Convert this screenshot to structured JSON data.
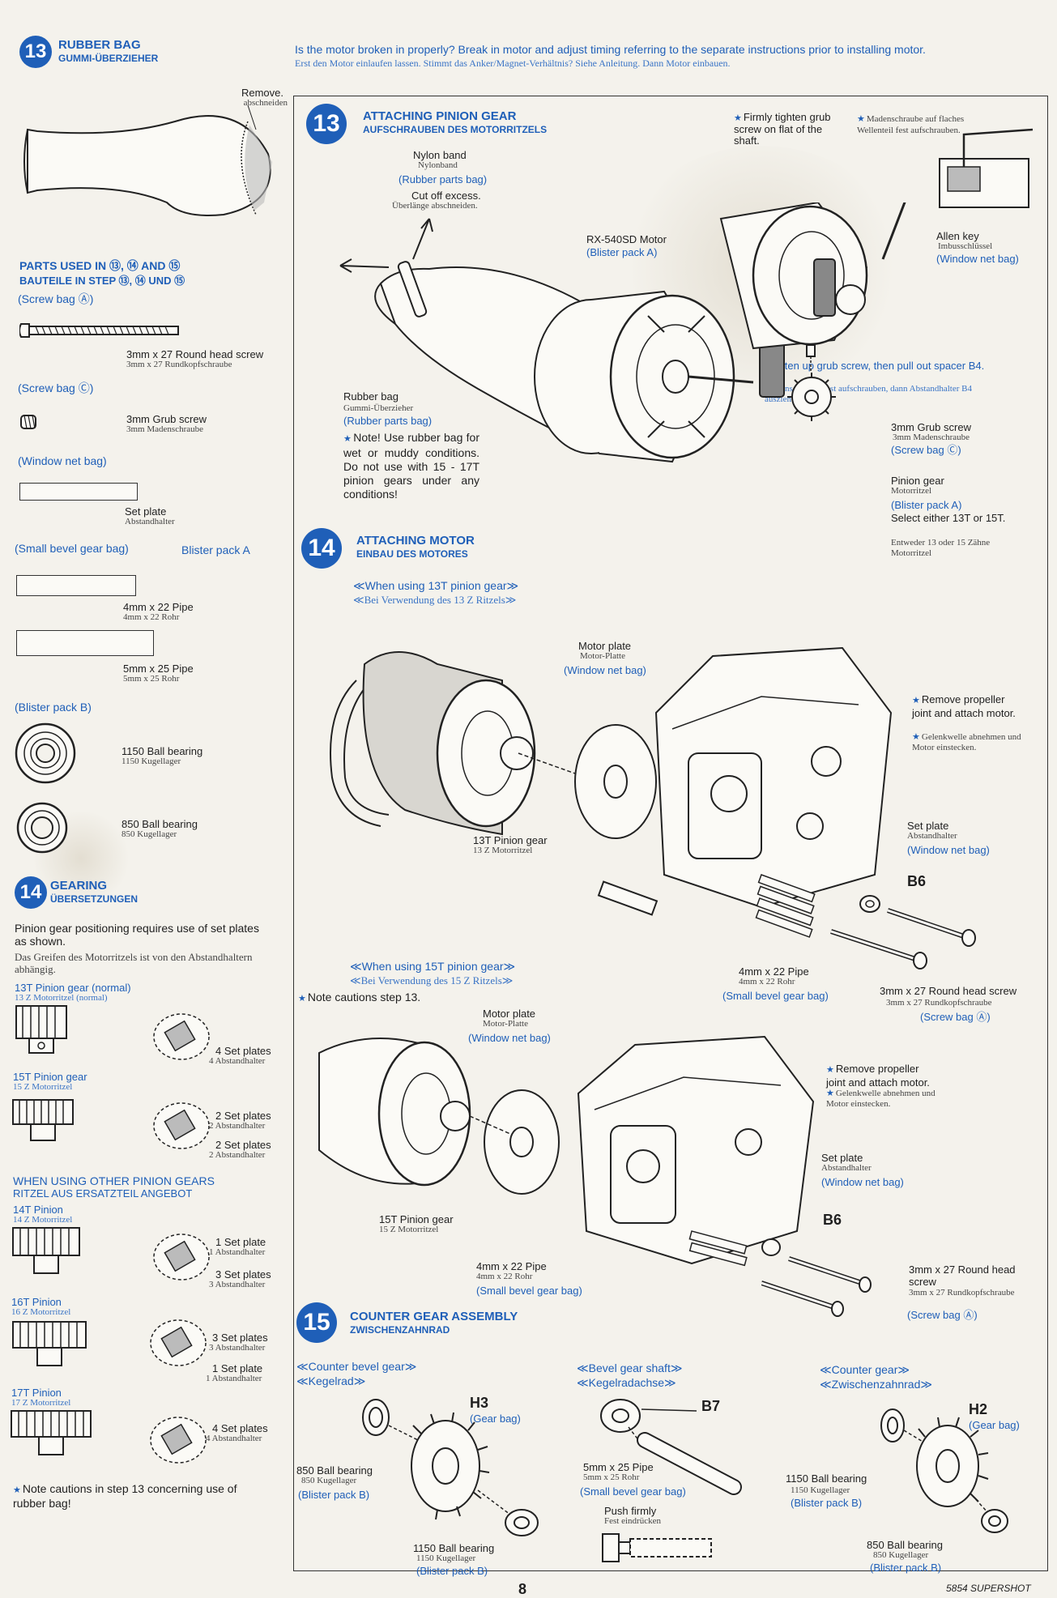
{
  "header": {
    "step13_rubber_title": "RUBBER BAG",
    "step13_rubber_sub": "GUMMI-ÜBERZIEHER",
    "break_in_en": "Is the motor broken in properly? Break in motor and adjust timing referring to the separate instructions prior to installing motor.",
    "break_in_de": "Erst den Motor einlaufen lassen. Stimmt das Anker/Magnet-Verhältnis? Siehe Anleitung. Dann Motor einbauen."
  },
  "left": {
    "remove_en": "Remove.",
    "remove_de": "abschneiden",
    "parts_used_en": "PARTS USED IN ⑬, ⑭ AND ⑮",
    "parts_used_de": "BAUTEILE IN STEP ⑬, ⑭ UND ⑮",
    "screw_bag_a": "(Screw bag Ⓐ)",
    "screw_27_en": "3mm x 27 Round head screw",
    "screw_27_de": "3mm x 27 Rundkopfschraube",
    "screw_bag_c": "(Screw bag Ⓒ)",
    "grub_en": "3mm Grub screw",
    "grub_de": "3mm Madenschraube",
    "window_net_bag": "(Window net bag)",
    "set_plate_en": "Set plate",
    "set_plate_de": "Abstandhalter",
    "small_bevel_bag": "(Small bevel gear bag)",
    "blister_a": "Blister pack A",
    "pipe22_en": "4mm x 22 Pipe",
    "pipe22_de": "4mm x 22 Rohr",
    "pipe25_en": "5mm x 25 Pipe",
    "pipe25_de": "5mm x 25 Rohr",
    "blister_b": "(Blister pack B)",
    "bb1150_en": "1150 Ball bearing",
    "bb1150_de": "1150 Kugellager",
    "bb850_en": "850 Ball bearing",
    "bb850_de": "850 Kugellager",
    "gearing_title": "GEARING",
    "gearing_sub": "ÜBERSETZUNGEN",
    "gearing_note_en": "Pinion gear positioning requires use of set plates as shown.",
    "gearing_note_de": "Das Greifen des Motorritzels ist von den Abstandhaltern abhängig.",
    "p13_en": "13T Pinion gear (normal)",
    "p13_de": "13 Z Motorritzel (normal)",
    "p13_plates_en": "4 Set plates",
    "p13_plates_de": "4 Abstandhalter",
    "p15_en": "15T Pinion gear",
    "p15_de": "15 Z Motorritzel",
    "p15_plates1_en": "2 Set plates",
    "p15_plates1_de": "2 Abstandhalter",
    "p15_plates2_en": "2 Set plates",
    "p15_plates2_de": "2 Abstandhalter",
    "other_en": "WHEN USING OTHER PINION GEARS",
    "other_de": "RITZEL AUS ERSATZTEIL ANGEBOT",
    "p14_en": "14T Pinion",
    "p14_de": "14 Z Motorritzel",
    "p14_plates1_en": "1 Set plate",
    "p14_plates1_de": "1 Abstandhalter",
    "p14_plates2_en": "3 Set plates",
    "p14_plates2_de": "3 Abstandhalter",
    "p16_en": "16T Pinion",
    "p16_de": "16 Z Motorritzel",
    "p16_plates1_en": "3 Set plates",
    "p16_plates1_de": "3 Abstandhalter",
    "p16_plates2_en": "1 Set plate",
    "p16_plates2_de": "1 Abstandhalter",
    "p17_en": "17T Pinion",
    "p17_de": "17 Z Motorritzel",
    "p17_plates_en": "4 Set plates",
    "p17_plates_de": "4 Abstandhalter",
    "caution_en": "Note cautions in step 13 concerning use of rubber bag!"
  },
  "step13": {
    "title": "ATTACHING PINION GEAR",
    "sub": "AUFSCHRAUBEN DES MOTORRITZELS",
    "nylon_en": "Nylon band",
    "nylon_de": "Nylonband",
    "rubber_parts_bag": "(Rubber parts bag)",
    "cut_en": "Cut off excess.",
    "cut_de": "Überlänge abschneiden.",
    "motor_en": "RX-540SD Motor",
    "motor_bag": "(Blister pack A)",
    "grub_tight_en": "Firmly tighten grub screw on flat of the shaft.",
    "grub_tight_de": "Madenschraube auf flaches Wellenteil fest aufschrauben.",
    "allen_en": "Allen key",
    "allen_de": "Imbusschlüssel",
    "allen_bag": "(Window net bag)",
    "tighten_en": "Tighten up grub screw, then pull out spacer B4.",
    "tighten_de": "Madenschraube fest aufschrauben, dann Abstandhalter B4 ausziehen.",
    "rubber_en": "Rubber bag",
    "rubber_de": "Gummi-Überzieher",
    "rubber_bag": "(Rubber parts bag)",
    "note_en": "Note! Use rubber bag for wet or muddy conditions. Do not use with 15 - 17T pinion gears under any conditions!",
    "grub_en": "3mm Grub screw",
    "grub_de": "3mm Madenschraube",
    "grub_bag": "(Screw bag Ⓒ)",
    "pinion_en": "Pinion gear",
    "pinion_de": "Motorritzel",
    "pinion_bag": "(Blister pack A)",
    "select_en": "Select either 13T or 15T.",
    "select_de": "Entweder 13 oder 15 Zähne Motorritzel"
  },
  "step14": {
    "title": "ATTACHING MOTOR",
    "sub": "EINBAU DES MOTORES",
    "when13_en": "≪When using 13T pinion gear≫",
    "when13_de": "≪Bei Verwendung des 13 Z Ritzels≫",
    "motor_plate_en": "Motor plate",
    "motor_plate_de": "Motor-Platte",
    "motor_plate_bag": "(Window net bag)",
    "remove_prop_en": "Remove propeller joint and attach motor.",
    "remove_prop_de": "Gelenkwelle abnehmen und Motor einstecken.",
    "pinion13_en": "13T Pinion gear",
    "pinion13_de": "13 Z Motorritzel",
    "set_plate_en": "Set plate",
    "set_plate_de": "Abstandhalter",
    "set_plate_bag": "(Window net bag)",
    "b6": "B6",
    "pipe_en": "4mm x 22 Pipe",
    "pipe_de": "4mm x 22 Rohr",
    "pipe_bag": "(Small bevel gear bag)",
    "screw_en": "3mm x 27 Round head screw",
    "screw_de": "3mm x 27 Rundkopfschraube",
    "screw_bag": "(Screw bag Ⓐ)",
    "when15_en": "≪When using 15T pinion gear≫",
    "when15_de": "≪Bei Verwendung des 15 Z Ritzels≫",
    "note13": "Note cautions step 13.",
    "pinion15_en": "15T Pinion gear",
    "pinion15_de": "15 Z Motorritzel",
    "screw2_en": "3mm x 27 Round head screw",
    "screw2_de": "3mm x 27 Rundkopfschraube"
  },
  "step15": {
    "title": "COUNTER GEAR ASSEMBLY",
    "sub": "ZWISCHENZAHNRAD",
    "counter_bevel_en": "≪Counter bevel gear≫",
    "counter_bevel_de": "≪Kegelrad≫",
    "h3": "H3",
    "gear_bag": "(Gear bag)",
    "bb850_en": "850 Ball bearing",
    "bb850_de": "850 Kugellager",
    "blister_b": "(Blister pack B)",
    "bb1150_en": "1150 Ball bearing",
    "bb1150_de": "1150 Kugellager",
    "bevel_shaft_en": "≪Bevel gear shaft≫",
    "bevel_shaft_de": "≪Kegelradachse≫",
    "b7": "B7",
    "pipe25_en": "5mm x 25 Pipe",
    "pipe25_de": "5mm x 25 Rohr",
    "small_bevel_bag": "(Small bevel gear bag)",
    "push_en": "Push firmly",
    "push_de": "Fest eindrücken",
    "counter_gear_en": "≪Counter gear≫",
    "counter_gear_de": "≪Zwischenzahnrad≫",
    "h2": "H2"
  },
  "footer": {
    "page": "8",
    "code": "5854 SUPERSHOT"
  },
  "badges": {
    "s13": "13",
    "s14": "14",
    "s15": "15"
  }
}
